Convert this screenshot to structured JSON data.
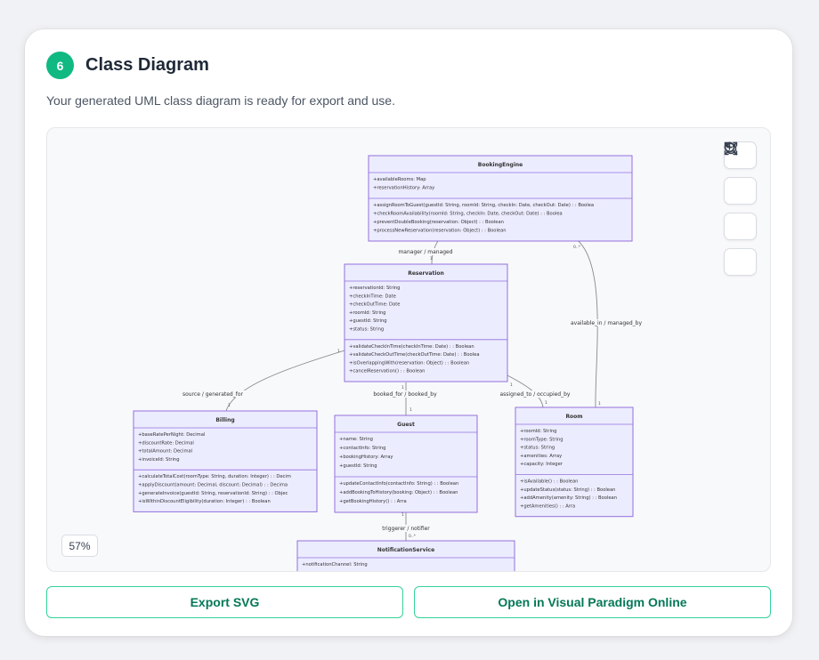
{
  "step": {
    "number": "6",
    "title": "Class Diagram",
    "subtitle": "Your generated UML class diagram is ready for export and use."
  },
  "zoom": {
    "level": "57%",
    "controls": [
      "zoom-in-icon",
      "zoom-out-icon",
      "reset-icon",
      "fit-screen-icon"
    ]
  },
  "buttons": {
    "export_svg": "Export SVG",
    "open_vp": "Open in Visual Paradigm Online"
  },
  "colors": {
    "accent": "#10b981",
    "button_border": "#34d399",
    "button_text": "#047857",
    "class_fill": "#ececff",
    "class_border": "#9370db"
  },
  "diagram": {
    "classes": [
      {
        "id": "booking-engine",
        "name": "BookingEngine",
        "attributes": [
          "+availableRooms: Map",
          "+reservationHistory: Array"
        ],
        "methods": [
          "+assignRoomToGuest(guestId: String, roomId: String, checkIn: Date, checkOut: Date) : : Boolea",
          "+checkRoomAvailability(roomId: String, checkIn: Date, checkOut: Date) : : Boolea",
          "+preventDoubleBooking(reservation: Object) : : Boolean",
          "+processNewReservation(reservation: Object) : : Boolean"
        ]
      },
      {
        "id": "reservation",
        "name": "Reservation",
        "attributes": [
          "+reservationId: String",
          "+checkInTime: Date",
          "+checkOutTime: Date",
          "+roomId: String",
          "+guestId: String",
          "+status: String"
        ],
        "methods": [
          "+validateCheckInTime(checkInTime: Date) : : Boolean",
          "+validateCheckOutTime(checkOutTime: Date) : : Boolea",
          "+isOverlappingWith(reservation: Object) : : Boolean",
          "+cancelReservation() : : Boolean"
        ]
      },
      {
        "id": "billing",
        "name": "Billing",
        "attributes": [
          "+baseRatePerNight: Decimal",
          "+discountRate: Decimal",
          "+totalAmount: Decimal",
          "+invoiceId: String"
        ],
        "methods": [
          "+calculateTotalCost(roomType: String, duration: Integer) : : Decim",
          "+applyDiscount(amount: Decimal, discount: Decimal) : : Decima",
          "+generateInvoice(guestId: String, reservationId: String) : : Objec",
          "+isWithinDiscountEligibility(duration: Integer) : : Boolean"
        ]
      },
      {
        "id": "guest",
        "name": "Guest",
        "attributes": [
          "+name: String",
          "+contactInfo: String",
          "+bookingHistory: Array",
          "+guestId: String"
        ],
        "methods": [
          "+updateContactInfo(contactInfo: String) : : Boolean",
          "+addBookingToHistory(booking: Object) : : Boolean",
          "+getBookingHistory() : : Arra"
        ]
      },
      {
        "id": "room",
        "name": "Room",
        "attributes": [
          "+roomId: String",
          "+roomType: String",
          "+status: String",
          "+amenities: Array",
          "+capacity: Integer"
        ],
        "methods": [
          "+isAvailable() : : Boolean",
          "+updateStatus(status: String) : : Boolean",
          "+addAmenity(amenity: String) : : Boolean",
          "+getAmenities() : : Arra"
        ]
      },
      {
        "id": "notification-service",
        "name": "NotificationService",
        "attributes": [
          "+notificationChannel: String"
        ],
        "methods": []
      }
    ],
    "relations": [
      {
        "id": "engine-reservation",
        "label": "manager / managed",
        "from_mult": "",
        "to_mult": "1"
      },
      {
        "id": "engine-room",
        "label": "available_in / managed_by",
        "from_mult": "0..*",
        "to_mult": "1"
      },
      {
        "id": "reservation-billing",
        "label": "source / generated_for",
        "from_mult": "1",
        "to_mult": "1"
      },
      {
        "id": "reservation-guest",
        "label": "booked_for / booked_by",
        "from_mult": "1",
        "to_mult": "1"
      },
      {
        "id": "reservation-room",
        "label": "assigned_to / occupied_by",
        "from_mult": "1",
        "to_mult": "1"
      },
      {
        "id": "guest-notification",
        "label": "triggerer / notifier",
        "from_mult": "1",
        "to_mult": "0..*"
      }
    ]
  }
}
